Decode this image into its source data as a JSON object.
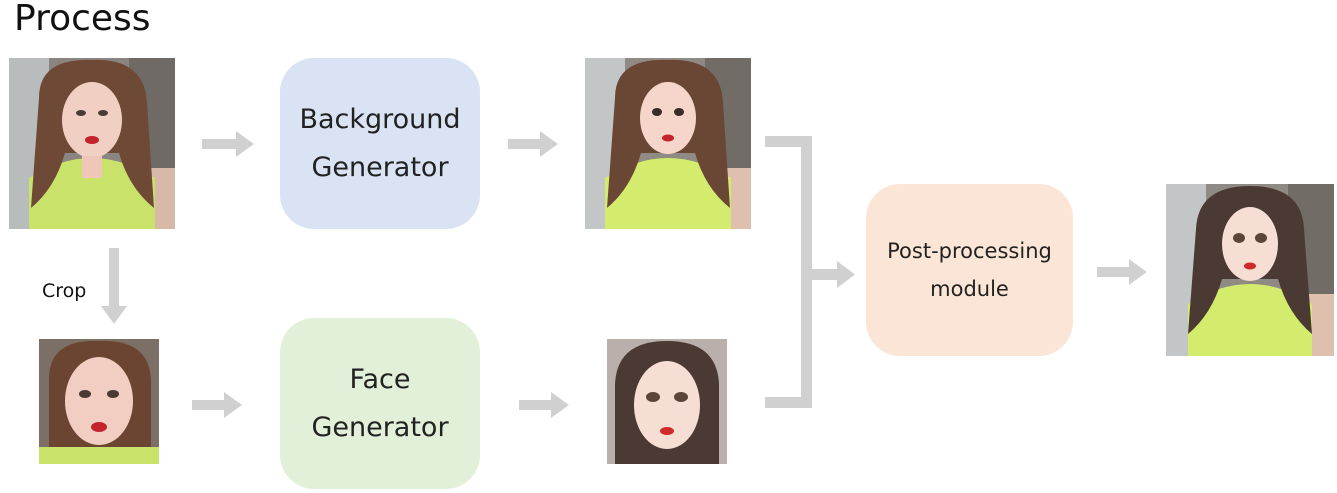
{
  "diagram": {
    "title": "Process",
    "crop_label": "Crop",
    "nodes": {
      "background_generator": {
        "label": "Background\nGenerator",
        "color": "#dae3f3"
      },
      "face_generator": {
        "label": "Face\nGenerator",
        "color": "#e2f0d9"
      },
      "post_processing": {
        "label": "Post-processing\nmodule",
        "color": "#fbe5d6"
      }
    },
    "images": {
      "input_photo": "input-photo",
      "cropped_face": "cropped-face",
      "generated_background": "generated-background",
      "generated_face": "generated-face",
      "final_output": "final-output"
    },
    "arrow_color": "#d0d0d0"
  }
}
